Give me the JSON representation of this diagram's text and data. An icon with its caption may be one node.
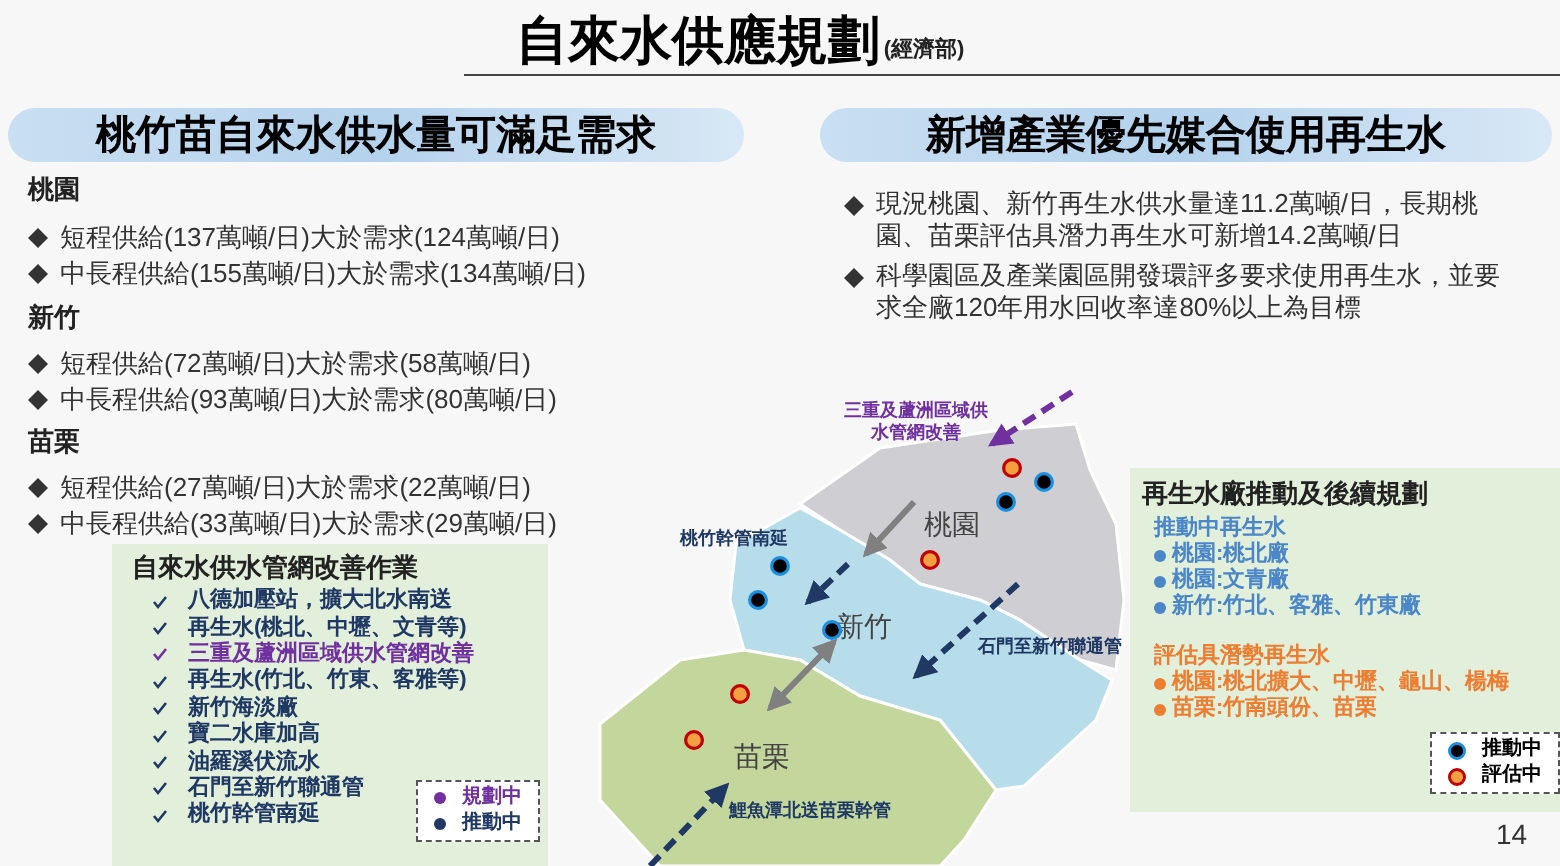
{
  "diagram": {
    "title": "自來水供應規劃",
    "nodes": [
      {
        "text": [
          "桃竹苗自來水供水量可滿足需求"
        ]
      },
      {
        "text": [
          "新增產業優先媒合使用再生水"
        ]
      },
      {
        "text": [
          "自來水供水管網改善作業",
          "八德加壓站，擴大北水南送",
          "再生水(桃北、中壢、文青等)",
          "三重及蘆洲區域供水管網改善",
          "再生水(竹北、竹東、客雅等)",
          "新竹海淡廠",
          "寶二水庫加高",
          "油羅溪伏流水",
          "石門至新竹聯通管",
          "桃竹幹管南延"
        ]
      },
      {
        "text": [
          "桃園"
        ]
      },
      {
        "text": [
          "新竹"
        ]
      },
      {
        "text": [
          "苗栗"
        ]
      },
      {
        "text": [
          "再生水廠推動及後續規劃",
          "推動中再生水",
          "桃園:桃北廠",
          "桃園:文青廠",
          "新竹:竹北、客雅、竹東廠",
          "評估具潛勢再生水",
          "桃園:桃北擴大、中壢、龜山、楊梅",
          "苗栗:竹南頭份、苗栗"
        ]
      }
    ],
    "edges": [
      {
        "from": null,
        "to": 3,
        "arrow": "to",
        "style": "dashed",
        "color": "#7030a0",
        "label": "三重及蘆洲區域供水管網改善"
      },
      {
        "from": 3,
        "to": 4,
        "arrow": "to",
        "color": "#808080"
      },
      {
        "from": null,
        "to": 4,
        "arrow": "to",
        "style": "dashed",
        "label": "桃竹幹管南延"
      },
      {
        "from": 4,
        "to": 5,
        "arrow": "both",
        "color": "#808080"
      },
      {
        "from": 3,
        "to": 4,
        "arrow": "to",
        "style": "dashed",
        "label": "石門至新竹聯通管"
      },
      {
        "from": null,
        "to": 5,
        "arrow": "to",
        "style": "dashed",
        "label": "鯉魚潭北送苗栗幹管"
      }
    ],
    "labels": [
      "(經濟部)",
      "桃園",
      "短程供給(137萬噸/日)大於需求(124萬噸/日)",
      "中長程供給(155萬噸/日)大於需求(134萬噸/日)",
      "新竹",
      "短程供給(72萬噸/日)大於需求(58萬噸/日)",
      "中長程供給(93萬噸/日)大於需求(80萬噸/日)",
      "苗栗",
      "短程供給(27萬噸/日)大於需求(22萬噸/日)",
      "中長程供給(33萬噸/日)大於需求(29萬噸/日)",
      "現況桃園、新竹再生水供水量達11.2萬噸/日，長期桃園、苗栗評估具潛力再生水可新增14.2萬噸/日",
      "科學園區及產業園區開發環評多要求使用再生水，並要求全廠120年用水回收率達80%以上為目標",
      "14"
    ],
    "legend": [
      {
        "text": "規劃中",
        "color": "#7030a0"
      },
      {
        "text": "推動中",
        "color": "#1f3864"
      },
      {
        "text": "推動中"
      },
      {
        "text": "評估中"
      }
    ]
  }
}
